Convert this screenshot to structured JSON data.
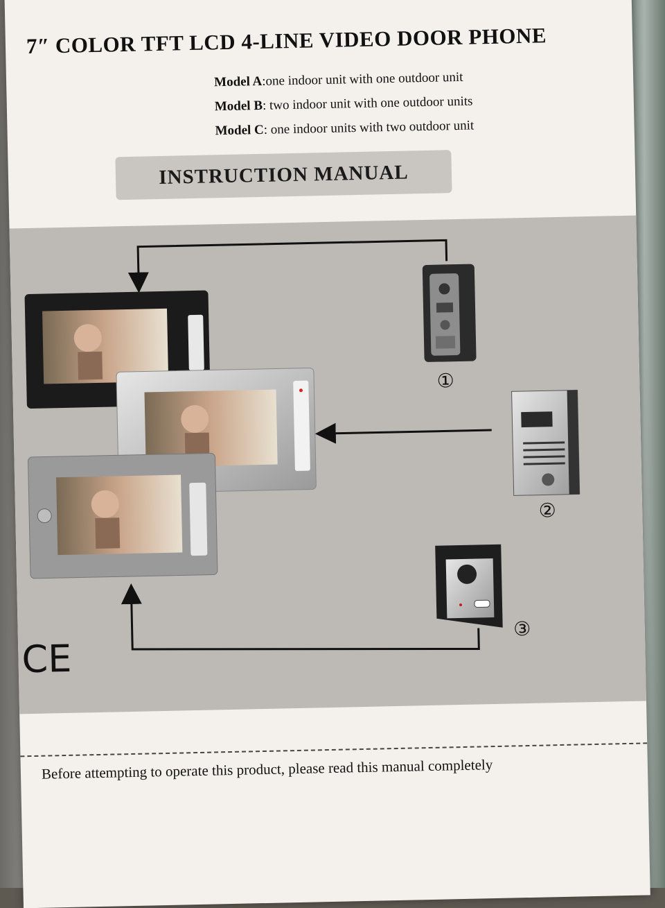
{
  "document": {
    "title": "7″ COLOR TFT LCD 4-LINE VIDEO DOOR PHONE",
    "models": [
      {
        "label": "Model A",
        "text": ":one indoor unit with one outdoor unit"
      },
      {
        "label": "Model B",
        "text": ": two indoor unit with  one outdoor units"
      },
      {
        "label": "Model C",
        "text": ": one indoor units with two outdoor unit"
      }
    ],
    "manual_label": "INSTRUCTION MANUAL",
    "outdoor_units": [
      {
        "marker": "①"
      },
      {
        "marker": "②"
      },
      {
        "marker": "③"
      }
    ],
    "ce_mark": "CE",
    "footer_text": "Before attempting to operate this product, please read this manual completely"
  },
  "colors": {
    "page": "#f4f1ec",
    "panel": "#bdbab6",
    "manual_box": "#c9c5c0",
    "text": "#111111"
  }
}
